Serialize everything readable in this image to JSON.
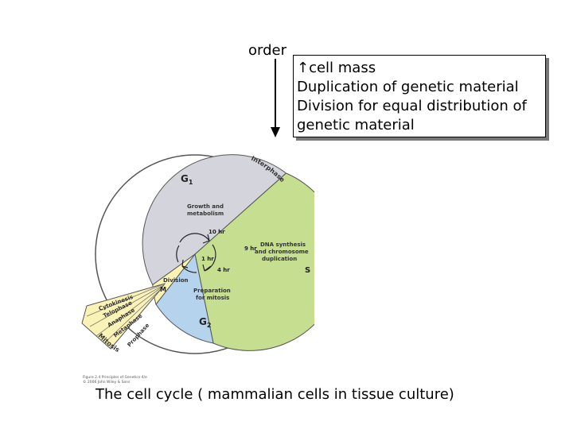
{
  "order_label": "order",
  "info_lines": [
    "↑cell mass",
    "Duplication of genetic material",
    "Division for equal distribution of",
    "genetic material"
  ],
  "cycle": {
    "phases": {
      "interphase": "Interphase",
      "g1": "G",
      "g1_sub": "1",
      "s": "S",
      "g2": "G",
      "g2_sub": "2",
      "m": "M",
      "mitosis": "Mitosis"
    },
    "descriptions": {
      "g1": [
        "Growth and",
        "metabolism"
      ],
      "s": [
        "DNA synthesis",
        "and chromosome",
        "duplication"
      ],
      "g2": [
        "Preparation",
        "for mitosis"
      ],
      "division": "Division"
    },
    "durations": {
      "g1": "10 hr",
      "s": "9 hr",
      "m": "1 hr",
      "g2": "4 hr"
    },
    "mitosis_stages": [
      "Cytokinesis",
      "Telophase",
      "Anaphase",
      "Metaphase",
      "Prophase"
    ],
    "colors": {
      "g1": "#d4d4dc",
      "s": "#c5de90",
      "g2": "#b6d3ee",
      "m": "#fbf2b6",
      "rim": "#ffffff",
      "outline": "#555555"
    }
  },
  "figure_credit": [
    "Figure 2.4 Principles of Genetics 4/e",
    "© 2006 John Wiley & Sons"
  ],
  "caption": "The cell cycle  ( mammalian cells in tissue culture)"
}
